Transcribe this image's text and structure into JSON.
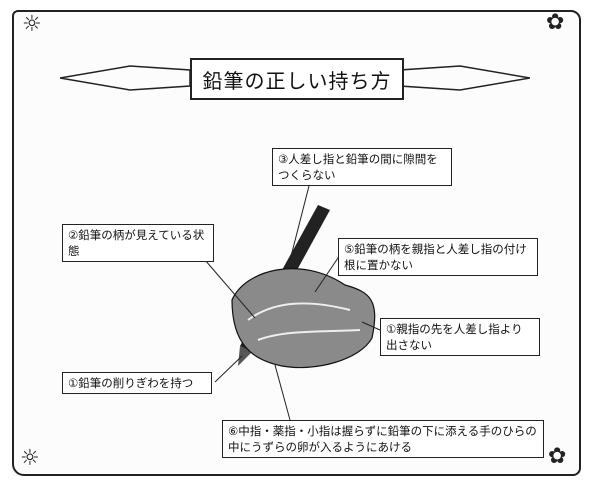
{
  "title": "鉛筆の正しい持ち方",
  "callouts": {
    "c3": "③人差し指と鉛筆の間に隙間をつくらない",
    "c2": "②鉛筆の柄が見えている状態",
    "c5": "⑤鉛筆の柄を親指と人差し指の付け根に置かない",
    "c1_right": "①親指の先を人差し指より出さない",
    "c1_left": "①鉛筆の削りぎわを持つ",
    "c6": "⑥中指・薬指・小指は握らずに鉛筆の下に添える手のひらの中にうずらの卵が入るようにあける"
  },
  "icons": [
    "corner-doodle-icon",
    "pencil-illustration",
    "hand-illustration"
  ]
}
